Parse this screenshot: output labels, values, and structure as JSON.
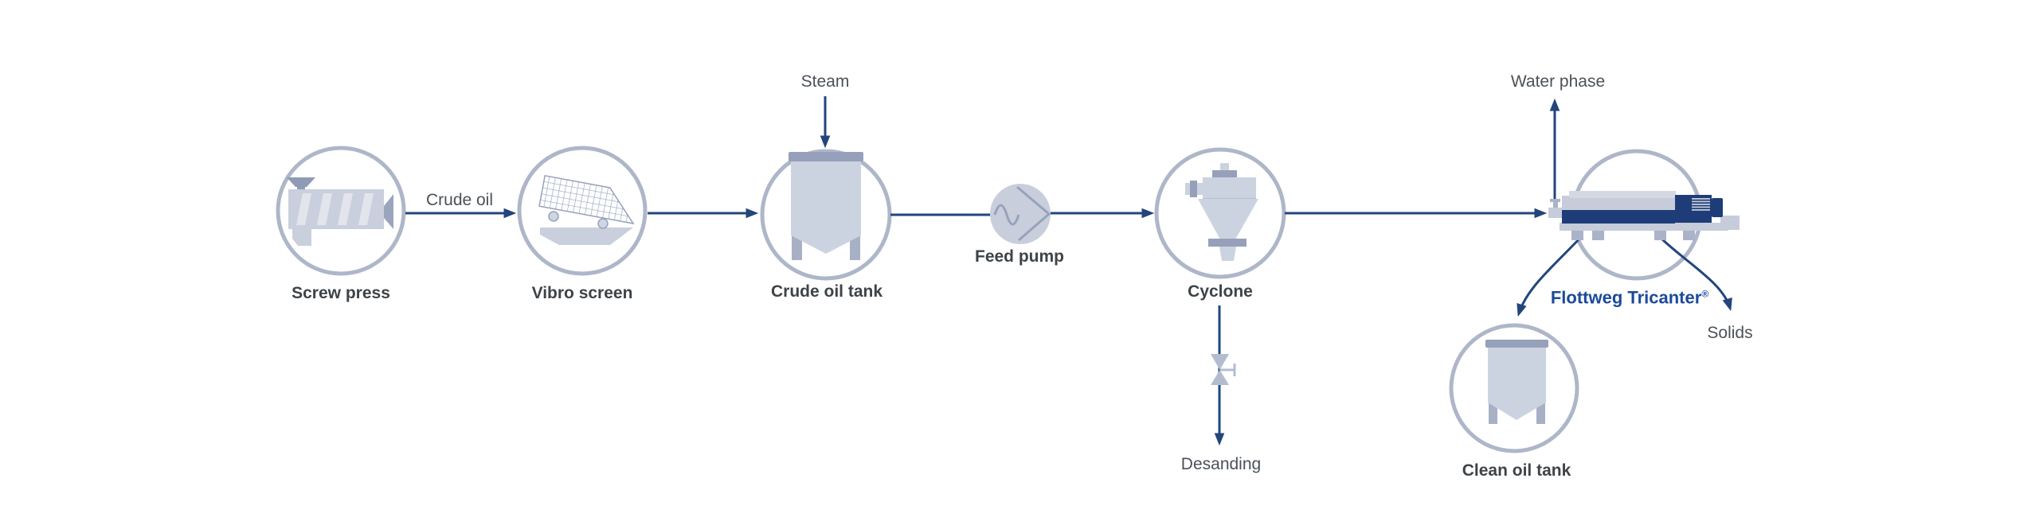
{
  "diagram": {
    "type": "process-flow",
    "background": "#ffffff",
    "colors": {
      "arrow": "#23457c",
      "node_ring": "#aeb6c9",
      "icon_fill": "#c9cfdc",
      "icon_fill_light": "#e2e6ec",
      "icon_accent": "#96a0ba",
      "icon_legs": "#a7b0c5",
      "machine_navy": "#1e3d78",
      "pump_fill": "#c9cedd",
      "pump_stroke": "#97a2bb",
      "valve_fill": "#b3bccf",
      "label_bold": "#3e4347",
      "label_regular": "#4b5158",
      "brand_blue": "#1b4a9a"
    },
    "nodes": {
      "screw_press": "Screw press",
      "vibro_screen": "Vibro screen",
      "crude_oil_tank": "Crude oil tank",
      "feed_pump": "Feed pump",
      "cyclone": "Cyclone",
      "tricanter_name": "Flottweg Tricanter",
      "tricanter_mark": "®",
      "clean_oil_tank": "Clean oil tank"
    },
    "streams": {
      "crude_oil": "Crude oil",
      "steam": "Steam",
      "water_phase": "Water phase",
      "solids": "Solids",
      "desanding": "Desanding"
    }
  }
}
